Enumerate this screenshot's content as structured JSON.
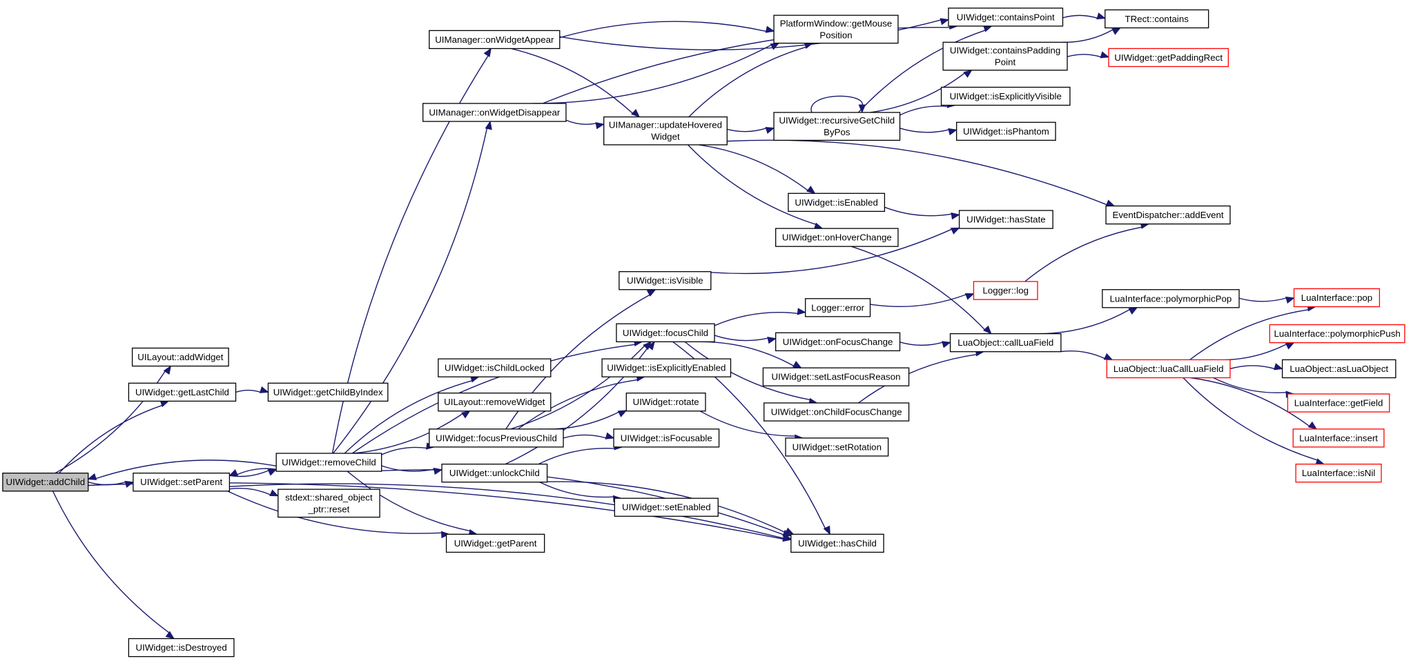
{
  "graph": {
    "colors": {
      "edge": "#191970",
      "root_fill": "#bfbfbf",
      "external_border": "#ff0000",
      "node_border": "#000000"
    },
    "nodes": [
      {
        "id": "addChild",
        "lines": [
          "UIWidget::addChild"
        ],
        "style": "root"
      },
      {
        "id": "addWidget",
        "lines": [
          "UILayout::addWidget"
        ],
        "style": "normal"
      },
      {
        "id": "getLastChild",
        "lines": [
          "UIWidget::getLastChild"
        ],
        "style": "normal"
      },
      {
        "id": "getChildByIndex",
        "lines": [
          "UIWidget::getChildByIndex"
        ],
        "style": "normal"
      },
      {
        "id": "setParent",
        "lines": [
          "UIWidget::setParent"
        ],
        "style": "normal"
      },
      {
        "id": "isDestroyed",
        "lines": [
          "UIWidget::isDestroyed"
        ],
        "style": "normal"
      },
      {
        "id": "removeChild",
        "lines": [
          "UIWidget::removeChild"
        ],
        "style": "normal"
      },
      {
        "id": "sharedReset",
        "lines": [
          "stdext::shared_object",
          "_ptr::reset"
        ],
        "style": "normal"
      },
      {
        "id": "getParent",
        "lines": [
          "UIWidget::getParent"
        ],
        "style": "normal"
      },
      {
        "id": "hasChild",
        "lines": [
          "UIWidget::hasChild"
        ],
        "style": "normal"
      },
      {
        "id": "onWidgetAppear",
        "lines": [
          "UIManager::onWidgetAppear"
        ],
        "style": "normal"
      },
      {
        "id": "onWidgetDisappear",
        "lines": [
          "UIManager::onWidgetDisappear"
        ],
        "style": "normal"
      },
      {
        "id": "isChildLocked",
        "lines": [
          "UIWidget::isChildLocked"
        ],
        "style": "normal"
      },
      {
        "id": "removeWidget",
        "lines": [
          "UILayout::removeWidget"
        ],
        "style": "normal"
      },
      {
        "id": "focusPreviousChild",
        "lines": [
          "UIWidget::focusPreviousChild"
        ],
        "style": "normal"
      },
      {
        "id": "unlockChild",
        "lines": [
          "UIWidget::unlockChild"
        ],
        "style": "normal"
      },
      {
        "id": "isVisible",
        "lines": [
          "UIWidget::isVisible"
        ],
        "style": "normal"
      },
      {
        "id": "focusChild",
        "lines": [
          "UIWidget::focusChild"
        ],
        "style": "normal"
      },
      {
        "id": "isExplicitlyEnabled",
        "lines": [
          "UIWidget::isExplicitlyEnabled"
        ],
        "style": "normal"
      },
      {
        "id": "rotate",
        "lines": [
          "UIWidget::rotate"
        ],
        "style": "normal"
      },
      {
        "id": "isFocusable",
        "lines": [
          "UIWidget::isFocusable"
        ],
        "style": "normal"
      },
      {
        "id": "setEnabled",
        "lines": [
          "UIWidget::setEnabled"
        ],
        "style": "normal"
      },
      {
        "id": "updateHoveredWidget",
        "lines": [
          "UIManager::updateHovered",
          "Widget"
        ],
        "style": "normal"
      },
      {
        "id": "getMousePosition",
        "lines": [
          "PlatformWindow::getMouse",
          "Position"
        ],
        "style": "normal"
      },
      {
        "id": "recursiveGetChildByPos",
        "lines": [
          "UIWidget::recursiveGetChild",
          "ByPos"
        ],
        "style": "normal"
      },
      {
        "id": "isEnabled",
        "lines": [
          "UIWidget::isEnabled"
        ],
        "style": "normal"
      },
      {
        "id": "onHoverChange",
        "lines": [
          "UIWidget::onHoverChange"
        ],
        "style": "normal"
      },
      {
        "id": "loggerError",
        "lines": [
          "Logger::error"
        ],
        "style": "normal"
      },
      {
        "id": "onFocusChange",
        "lines": [
          "UIWidget::onFocusChange"
        ],
        "style": "normal"
      },
      {
        "id": "setLastFocusReason",
        "lines": [
          "UIWidget::setLastFocusReason"
        ],
        "style": "normal"
      },
      {
        "id": "onChildFocusChange",
        "lines": [
          "UIWidget::onChildFocusChange"
        ],
        "style": "normal"
      },
      {
        "id": "setRotation",
        "lines": [
          "UIWidget::setRotation"
        ],
        "style": "normal"
      },
      {
        "id": "containsPoint",
        "lines": [
          "UIWidget::containsPoint"
        ],
        "style": "normal"
      },
      {
        "id": "containsPaddingPoint",
        "lines": [
          "UIWidget::containsPadding",
          "Point"
        ],
        "style": "normal"
      },
      {
        "id": "isExplicitlyVisible",
        "lines": [
          "UIWidget::isExplicitlyVisible"
        ],
        "style": "normal"
      },
      {
        "id": "isPhantom",
        "lines": [
          "UIWidget::isPhantom"
        ],
        "style": "normal"
      },
      {
        "id": "hasState",
        "lines": [
          "UIWidget::hasState"
        ],
        "style": "normal"
      },
      {
        "id": "loggerLog",
        "lines": [
          "Logger::log"
        ],
        "style": "external"
      },
      {
        "id": "callLuaField",
        "lines": [
          "LuaObject::callLuaField"
        ],
        "style": "normal"
      },
      {
        "id": "rectContains",
        "lines": [
          "TRect::contains"
        ],
        "style": "normal"
      },
      {
        "id": "getPaddingRect",
        "lines": [
          "UIWidget::getPaddingRect"
        ],
        "style": "external"
      },
      {
        "id": "addEvent",
        "lines": [
          "EventDispatcher::addEvent"
        ],
        "style": "normal"
      },
      {
        "id": "polymorphicPop",
        "lines": [
          "LuaInterface::polymorphicPop"
        ],
        "style": "normal"
      },
      {
        "id": "luaCallLuaField",
        "lines": [
          "LuaObject::luaCallLuaField"
        ],
        "style": "external"
      },
      {
        "id": "pop",
        "lines": [
          "LuaInterface::pop"
        ],
        "style": "external"
      },
      {
        "id": "polymorphicPush",
        "lines": [
          "LuaInterface::polymorphicPush"
        ],
        "style": "external"
      },
      {
        "id": "asLuaObject",
        "lines": [
          "LuaObject::asLuaObject"
        ],
        "style": "normal"
      },
      {
        "id": "getField",
        "lines": [
          "LuaInterface::getField"
        ],
        "style": "external"
      },
      {
        "id": "insert",
        "lines": [
          "LuaInterface::insert"
        ],
        "style": "external"
      },
      {
        "id": "isNil",
        "lines": [
          "LuaInterface::isNil"
        ],
        "style": "external"
      }
    ],
    "edges": [
      [
        "addChild",
        "addWidget"
      ],
      [
        "addChild",
        "getLastChild"
      ],
      [
        "addChild",
        "setParent"
      ],
      [
        "addChild",
        "hasChild"
      ],
      [
        "addChild",
        "isDestroyed"
      ],
      [
        "getLastChild",
        "getChildByIndex"
      ],
      [
        "setParent",
        "removeChild"
      ],
      [
        "setParent",
        "sharedReset"
      ],
      [
        "setParent",
        "getParent"
      ],
      [
        "setParent",
        "hasChild"
      ],
      [
        "removeChild",
        "addChild"
      ],
      [
        "removeChild",
        "onWidgetAppear"
      ],
      [
        "removeChild",
        "onWidgetDisappear"
      ],
      [
        "removeChild",
        "isChildLocked"
      ],
      [
        "removeChild",
        "removeWidget"
      ],
      [
        "removeChild",
        "focusPreviousChild"
      ],
      [
        "removeChild",
        "unlockChild"
      ],
      [
        "removeChild",
        "focusChild"
      ],
      [
        "removeChild",
        "getParent"
      ],
      [
        "removeChild",
        "hasChild"
      ],
      [
        "removeChild",
        "setParent"
      ],
      [
        "onWidgetAppear",
        "getMousePosition"
      ],
      [
        "onWidgetAppear",
        "containsPoint"
      ],
      [
        "onWidgetAppear",
        "updateHoveredWidget"
      ],
      [
        "onWidgetDisappear",
        "getMousePosition"
      ],
      [
        "onWidgetDisappear",
        "containsPoint"
      ],
      [
        "onWidgetDisappear",
        "updateHoveredWidget"
      ],
      [
        "updateHoveredWidget",
        "getMousePosition"
      ],
      [
        "updateHoveredWidget",
        "recursiveGetChildByPos"
      ],
      [
        "updateHoveredWidget",
        "isEnabled"
      ],
      [
        "updateHoveredWidget",
        "onHoverChange"
      ],
      [
        "updateHoveredWidget",
        "addEvent"
      ],
      [
        "recursiveGetChildByPos",
        "recursiveGetChildByPos"
      ],
      [
        "recursiveGetChildByPos",
        "containsPoint"
      ],
      [
        "recursiveGetChildByPos",
        "containsPaddingPoint"
      ],
      [
        "recursiveGetChildByPos",
        "isExplicitlyVisible"
      ],
      [
        "recursiveGetChildByPos",
        "isPhantom"
      ],
      [
        "containsPoint",
        "rectContains"
      ],
      [
        "containsPaddingPoint",
        "rectContains"
      ],
      [
        "containsPaddingPoint",
        "getPaddingRect"
      ],
      [
        "isEnabled",
        "hasState"
      ],
      [
        "onHoverChange",
        "callLuaField"
      ],
      [
        "isVisible",
        "hasState"
      ],
      [
        "focusPreviousChild",
        "isVisible"
      ],
      [
        "focusPreviousChild",
        "focusChild"
      ],
      [
        "focusPreviousChild",
        "isExplicitlyEnabled"
      ],
      [
        "focusPreviousChild",
        "rotate"
      ],
      [
        "focusPreviousChild",
        "isFocusable"
      ],
      [
        "unlockChild",
        "focusChild"
      ],
      [
        "unlockChild",
        "isFocusable"
      ],
      [
        "unlockChild",
        "setEnabled"
      ],
      [
        "unlockChild",
        "hasChild"
      ],
      [
        "rotate",
        "setRotation"
      ],
      [
        "focusChild",
        "loggerError"
      ],
      [
        "focusChild",
        "onFocusChange"
      ],
      [
        "focusChild",
        "setLastFocusReason"
      ],
      [
        "focusChild",
        "onChildFocusChange"
      ],
      [
        "focusChild",
        "hasChild"
      ],
      [
        "loggerError",
        "loggerLog"
      ],
      [
        "loggerLog",
        "addEvent"
      ],
      [
        "onFocusChange",
        "callLuaField"
      ],
      [
        "onChildFocusChange",
        "callLuaField"
      ],
      [
        "callLuaField",
        "polymorphicPop"
      ],
      [
        "callLuaField",
        "luaCallLuaField"
      ],
      [
        "polymorphicPop",
        "pop"
      ],
      [
        "luaCallLuaField",
        "pop"
      ],
      [
        "luaCallLuaField",
        "polymorphicPush"
      ],
      [
        "luaCallLuaField",
        "asLuaObject"
      ],
      [
        "luaCallLuaField",
        "getField"
      ],
      [
        "luaCallLuaField",
        "insert"
      ],
      [
        "luaCallLuaField",
        "isNil"
      ]
    ]
  }
}
